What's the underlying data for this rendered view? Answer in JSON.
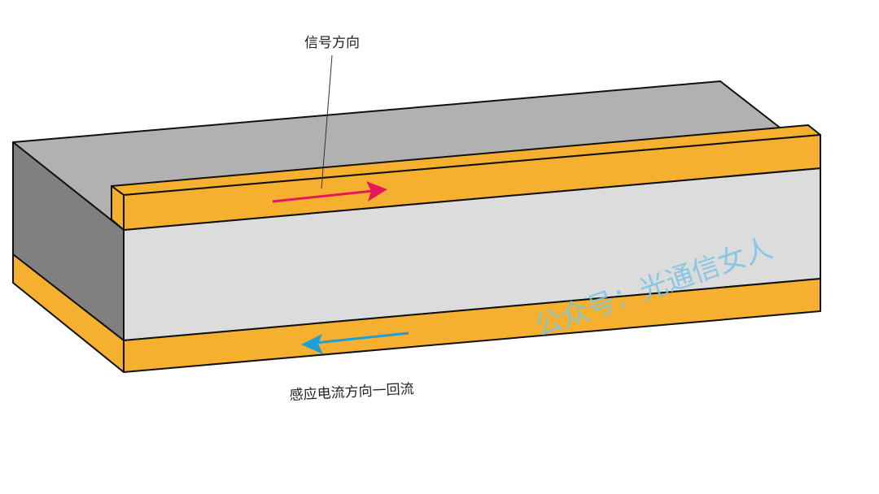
{
  "labels": {
    "signal_direction": "信号方向",
    "return_current": "感应电流方向一回流"
  },
  "watermark": "公众号：光通信女人",
  "colors": {
    "conductor": "#F4B02E",
    "dielectric_front": "#DCDCDC",
    "dielectric_top": "#B1B1B1",
    "dielectric_side": "#808080",
    "signal_arrow": "#E8175D",
    "return_arrow": "#1E9FD8"
  }
}
